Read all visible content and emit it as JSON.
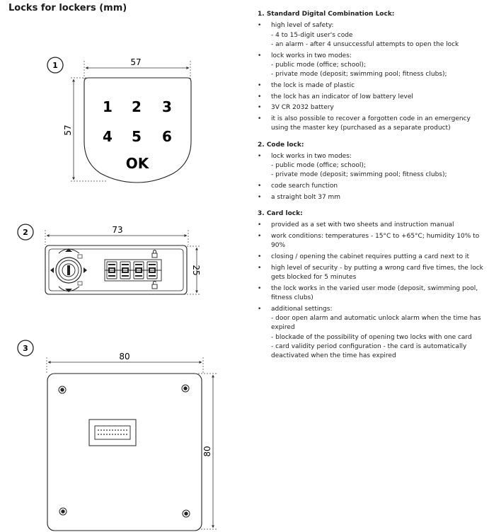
{
  "title": "Locks for lockers (mm)",
  "drawings": [
    {
      "number": "1",
      "width_label": "57",
      "height_label": "57",
      "keypad": [
        "1",
        "2",
        "3",
        "4",
        "5",
        "6"
      ],
      "ok_label": "OK"
    },
    {
      "number": "2",
      "width_label": "73",
      "height_label": "25"
    },
    {
      "number": "3",
      "width_label": "80",
      "height_label": "80"
    }
  ],
  "sections": [
    {
      "heading": "1. Standard Digital Combination Lock:",
      "items": [
        {
          "text": "high level of safety:",
          "subs": [
            "- 4 to 15-digit user's code",
            "- an alarm - after 4 unsuccessful attempts to open the lock"
          ]
        },
        {
          "text": "lock works in two modes:",
          "subs": [
            "- public mode (office; school);",
            "- private mode (deposit; swimming pool; fitness clubs);"
          ]
        },
        {
          "text": "the lock is made of plastic",
          "subs": []
        },
        {
          "text": "the lock has an indicator of low battery level",
          "subs": []
        },
        {
          "text": "3V CR 2032 battery",
          "subs": []
        },
        {
          "text": "it is also possible to recover a forgotten code in an emergency using the master key (purchased as a separate product)",
          "subs": []
        }
      ]
    },
    {
      "heading": "2. Code lock:",
      "items": [
        {
          "text": "lock works in two modes:",
          "subs": [
            "-  public mode (office; school);",
            "- private mode (deposit; swimming pool; fitness clubs);"
          ]
        },
        {
          "text": "code search function",
          "subs": []
        },
        {
          "text": "a straight bolt 37 mm",
          "subs": []
        }
      ]
    },
    {
      "heading": "3. Card lock:",
      "items": [
        {
          "text": "provided as a set with two sheets and instruction manual",
          "subs": []
        },
        {
          "text": "work conditions: temperatures - 15°C to +65°C; humidity 10% to 90%",
          "subs": []
        },
        {
          "text": "closing / opening the cabinet requires putting a card next to it",
          "subs": []
        },
        {
          "text": "high level of security - by putting a wrong card five times, the lock gets blocked for 5 minutes",
          "subs": []
        },
        {
          "text": "the lock works in the varied user mode (deposit, swimming pool, fitness clubs)",
          "subs": []
        },
        {
          "text": "additional settings:",
          "subs": [
            "- door open alarm and automatic unlock alarm when the time has expired",
            "- blockade of the possibility of opening two locks with one card",
            "- card validity period configuration - the card is automatically deactivated when the time has expired"
          ]
        }
      ]
    }
  ],
  "bullet_glyph": "•"
}
